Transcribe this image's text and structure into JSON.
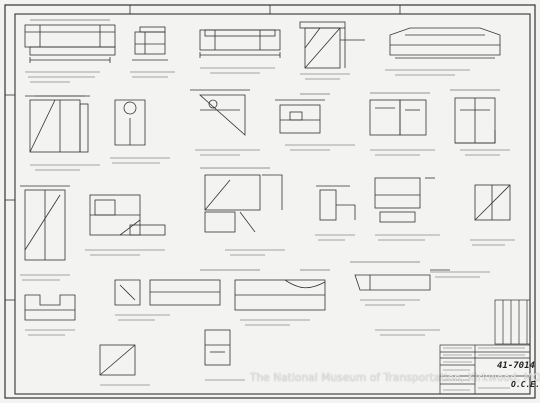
{
  "title_block": {
    "drawing_number": "41-7014",
    "checker_initials": "O.C.E."
  },
  "watermark": "The National Museum of Transportation, Kirkwood, MO"
}
